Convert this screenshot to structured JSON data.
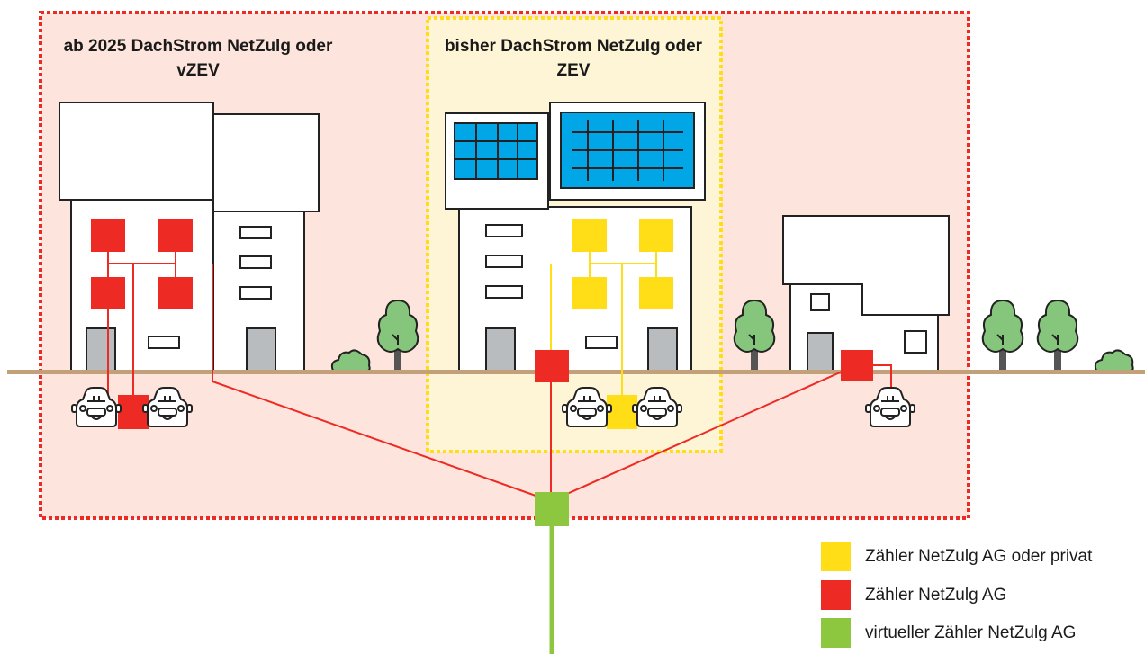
{
  "zones": {
    "vzev_label": "ab 2025 DachStrom NetZulg oder vZEV",
    "zev_label": "bisher DachStrom NetZulg oder ZEV"
  },
  "legend": [
    {
      "color": "#ffde17",
      "label": "Zähler NetZulg AG oder privat"
    },
    {
      "color": "#ee2a24",
      "label": "Zähler NetZulg AG"
    },
    {
      "color": "#8dc63f",
      "label": "virtueller Zähler NetZulg AG"
    }
  ],
  "colors": {
    "vzev_fill": "#fde4dc",
    "zev_fill": "#fef4d6",
    "meter_red": "#ee2a24",
    "meter_yellow": "#ffde17",
    "meter_green": "#8dc63f",
    "ground": "#c2a07a",
    "solar": "#00a6e6",
    "tree": "#86c67c",
    "door": "#b9bcbe"
  }
}
